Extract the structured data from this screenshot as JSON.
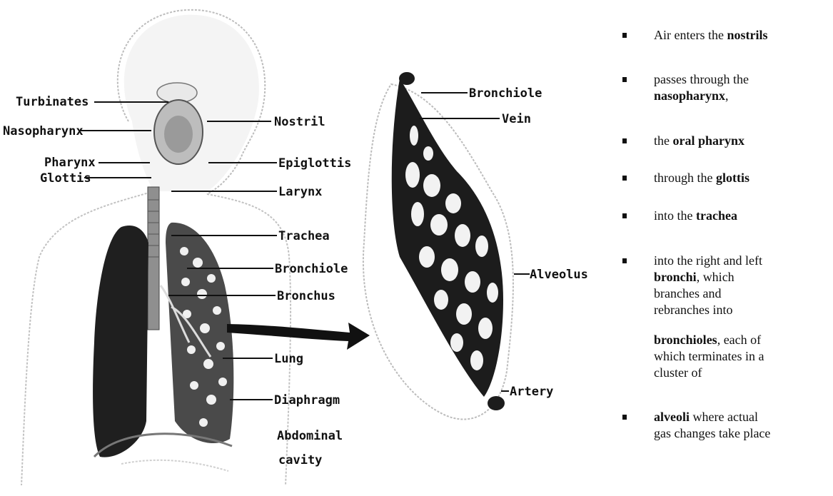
{
  "colors": {
    "ink": "#111111",
    "lung": "#1f1f1f",
    "outline": "#b9b9b9",
    "background": "#ffffff"
  },
  "icons": {
    "bullet": "small-square-bullet",
    "arrow": "right-arrow"
  },
  "left_figure": {
    "labels_left": [
      "Turbinates",
      "Nasopharynx",
      "Pharynx",
      "Glottis"
    ],
    "labels_right": [
      "Nostril",
      "Epiglottis",
      "Larynx",
      "Trachea",
      "Bronchiole",
      "Bronchus",
      "Lung",
      "Diaphragm",
      "Abdominal",
      "cavity"
    ]
  },
  "right_figure": {
    "labels": [
      "Bronchiole",
      "Vein",
      "Alveolus",
      "Artery"
    ]
  },
  "steps": [
    {
      "parts": [
        {
          "t": "Air enters the "
        },
        {
          "b": "nostrils"
        }
      ]
    },
    {
      "parts": [
        {
          "t": "passes through the"
        },
        {
          "br": true
        },
        {
          "b": "nasopharynx"
        },
        {
          "t": ","
        }
      ]
    },
    {
      "parts": [
        {
          "t": "the "
        },
        {
          "b": "oral pharynx"
        }
      ]
    },
    {
      "parts": [
        {
          "t": "through the "
        },
        {
          "b": "glottis"
        }
      ]
    },
    {
      "parts": [
        {
          "t": "into the "
        },
        {
          "b": "trachea"
        }
      ]
    },
    {
      "parts": [
        {
          "t": "into the right and left"
        },
        {
          "br": true
        },
        {
          "b": "bronchi"
        },
        {
          "t": ", which"
        },
        {
          "br": true
        },
        {
          "t": "branches and"
        },
        {
          "br": true
        },
        {
          "t": "rebranches into"
        }
      ]
    },
    {
      "parts": [
        {
          "b": "bronchioles"
        },
        {
          "t": ", each of"
        },
        {
          "br": true
        },
        {
          "t": "which terminates in a"
        },
        {
          "br": true
        },
        {
          "t": "cluster of"
        }
      ]
    },
    {
      "parts": [
        {
          "b": "alveoli"
        },
        {
          "t": " where actual"
        },
        {
          "br": true
        },
        {
          "t": "gas changes take place"
        }
      ]
    }
  ]
}
